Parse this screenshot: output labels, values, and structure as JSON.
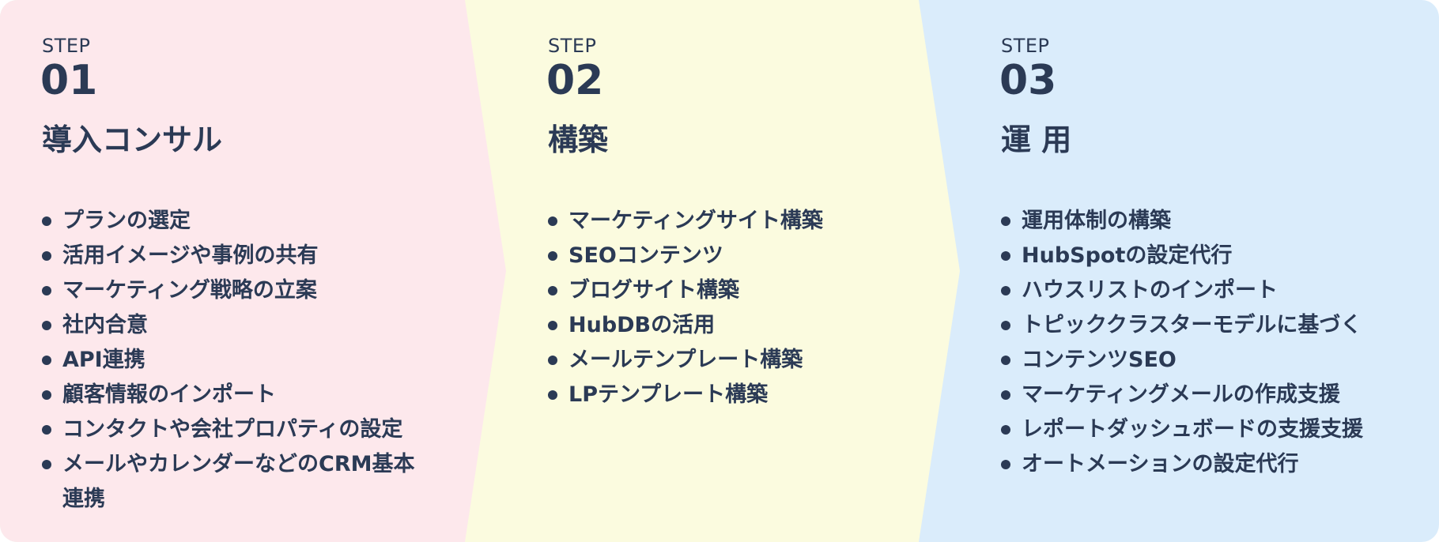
{
  "colors": {
    "step1_bg": "#fde8ec",
    "step2_bg": "#fbfbdf",
    "step3_bg": "#daecfb",
    "text": "#2b3a55"
  },
  "steps": [
    {
      "label": "STEP",
      "number": "01",
      "title": "導入コンサル",
      "items": [
        "プランの選定",
        "活用イメージや事例の共有",
        "マーケティング戦略の立案",
        "社内合意",
        "API連携",
        "顧客情報のインポート",
        "コンタクトや会社プロパティの設定",
        "メールやカレンダーなどのCRM基本連携"
      ]
    },
    {
      "label": "STEP",
      "number": "02",
      "title": "構築",
      "items": [
        "マーケティングサイト構築",
        "SEOコンテンツ",
        "ブログサイト構築",
        "HubDBの活用",
        "メールテンプレート構築",
        "LPテンプレート構築"
      ]
    },
    {
      "label": "STEP",
      "number": "03",
      "title": "運 用",
      "items": [
        "運用体制の構築",
        "HubSpotの設定代行",
        "ハウスリストのインポート",
        "トピッククラスターモデルに基づく",
        "コンテンツSEO",
        "マーケティングメールの作成支援",
        "レポートダッシュボードの支援支援",
        "オートメーションの設定代行"
      ]
    }
  ]
}
